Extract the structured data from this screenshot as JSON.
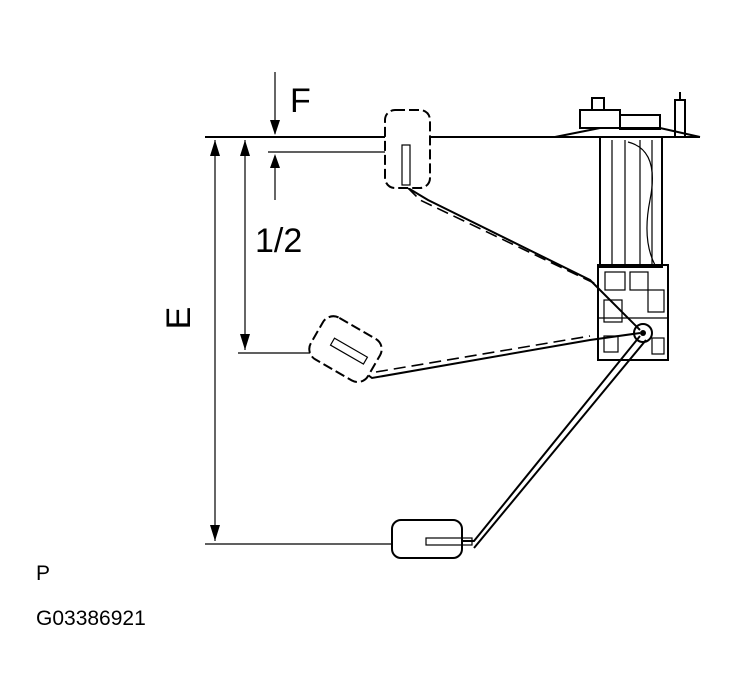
{
  "labels": {
    "full": "F",
    "half": "1/2",
    "empty": "E",
    "figure_label": "P",
    "code": "G03386921"
  }
}
